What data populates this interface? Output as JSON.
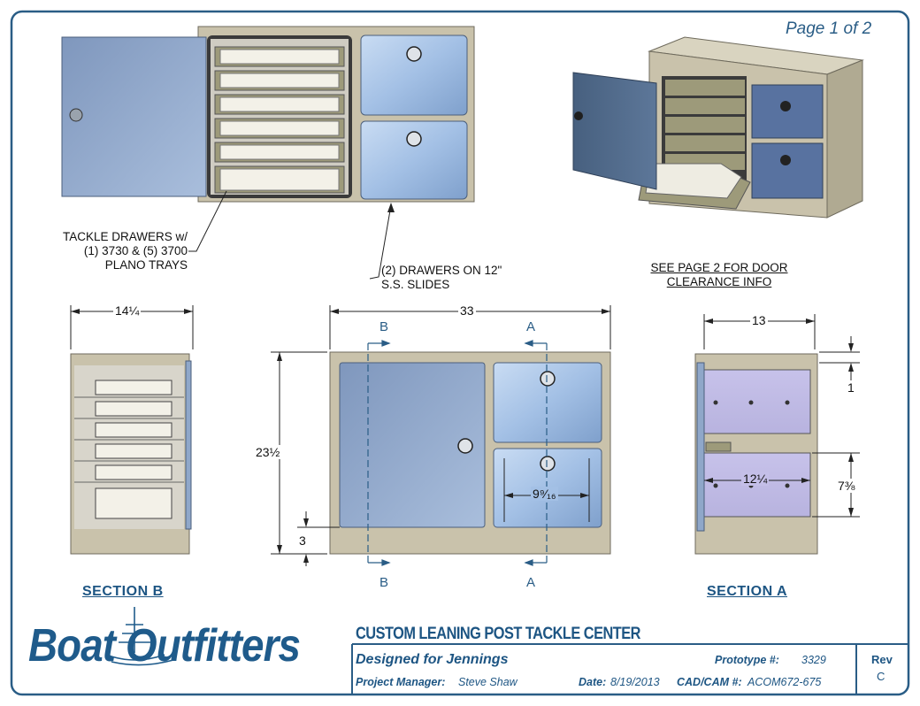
{
  "page_number": "Page 1 of 2",
  "callouts": {
    "tackle_line1": "TACKLE DRAWERS w/",
    "tackle_line2": "(1) 3730 & (5) 3700",
    "tackle_line3": "PLANO TRAYS",
    "drawers_line1": "(2) DRAWERS ON 12\"",
    "drawers_line2": "S.S. SLIDES",
    "see_page_line1": "SEE PAGE 2 FOR DOOR",
    "see_page_line2": "CLEARANCE INFO"
  },
  "dimensions": {
    "section_b_width": "14¼",
    "front_width": "33",
    "front_height": "23½",
    "toe_kick": "3",
    "drawer_slide_width": "9⁹⁄₁₆",
    "section_a_width": "13",
    "section_a_top": "1",
    "section_a_drawer_width": "12¼",
    "section_a_drawer_height": "7⅜"
  },
  "section_markers": {
    "b": "B",
    "a": "A"
  },
  "section_titles": {
    "b": "SECTION B",
    "a": "SECTION A"
  },
  "title_block": {
    "logo_text": "Boat Outfitters",
    "project_title": "CUSTOM LEANING POST TACKLE CENTER",
    "designed_for": "Designed for Jennings",
    "prototype_label": "Prototype #:",
    "prototype_value": "3329",
    "project_manager_label": "Project Manager:",
    "project_manager_value": "Steve Shaw",
    "date_label": "Date:",
    "date_value": "8/19/2013",
    "cadcam_label": "CAD/CAM #:",
    "cadcam_value": "ACOM672-675",
    "rev_label": "Rev",
    "rev_value": "C"
  },
  "colors": {
    "border": "#2a5d86",
    "cabinet": "#c9c2ab",
    "door": "#8fa7c9",
    "drawer_face": "#a9c4e6",
    "tray": "#e8e4d4",
    "section_interior": "#c9c3e8",
    "brand_blue": "#1d5583"
  }
}
